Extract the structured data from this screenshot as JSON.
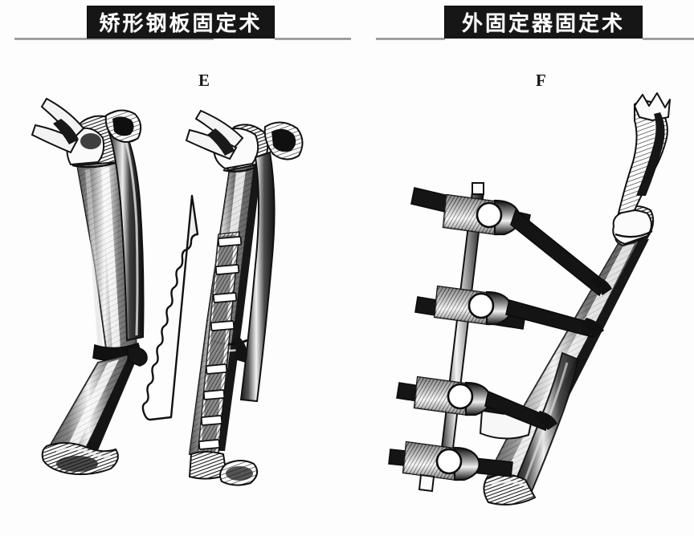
{
  "figure": {
    "background_color": "#fdfdfd",
    "ink_color": "#161616",
    "panels": [
      {
        "id": "left",
        "title": "矫形钢板固定术",
        "title_translation_hint": "orthopedic-plate-fixation",
        "label": "E",
        "illustration": "bone-deformity-and-plate-fixation"
      },
      {
        "id": "right",
        "title": "外固定器固定术",
        "title_translation_hint": "external-fixator-fixation",
        "label": "F",
        "illustration": "bone-with-external-fixator"
      }
    ]
  },
  "left_panel": {
    "title": "矫形钢板固定术",
    "label": "E",
    "drawings": [
      {
        "name": "deformed-bone-preop",
        "description": "angulated malunited long bone with proximal joint surface and displaced distal fragment"
      },
      {
        "name": "bone-with-plate",
        "description": "corrected bone fixed with a contoured bone plate and screws",
        "screw_count": 8
      }
    ]
  },
  "right_panel": {
    "title": "外固定器固定术",
    "label": "F",
    "drawings": [
      {
        "name": "bone-with-external-fixator",
        "description": "long bone stabilized by a unilateral external fixator with a connecting rod, four clamps and transfixing pins",
        "clamp_count": 4,
        "pin_count": 4,
        "rod_count": 1
      }
    ]
  },
  "colors": {
    "title_box_background": "#161616",
    "title_text": "#ffffff",
    "rule": "#9a9a9a",
    "page_background": "#fdfdfd",
    "ink": "#151515"
  }
}
